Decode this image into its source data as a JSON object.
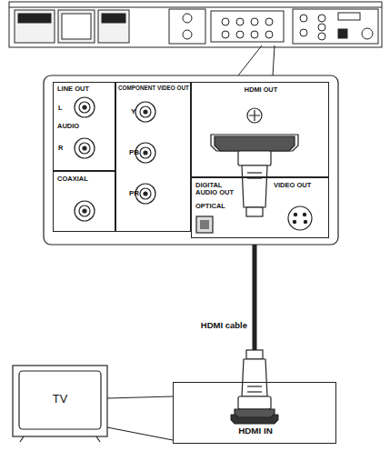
{
  "diagram": {
    "nodes": [
      {
        "text": [
          "LINE OUT",
          "L",
          "AUDIO",
          "R"
        ]
      },
      {
        "text": [
          "COMPONENT VIDEO OUT",
          "Y",
          "PB",
          "PR"
        ]
      },
      {
        "text": [
          "HDMI OUT"
        ]
      },
      {
        "text": [
          "COAXIAL"
        ]
      },
      {
        "text": [
          "DIGITAL AUDIO OUT",
          "OPTICAL",
          "VIDEO OUT"
        ]
      },
      {
        "text": [
          "HDMI IN"
        ]
      },
      {
        "text": [
          "TV"
        ]
      }
    ],
    "edges": [
      {
        "from": 2,
        "to": 5,
        "label": "HDMI cable",
        "arrow": "none"
      },
      {
        "from": 6,
        "to": 5,
        "arrow": "none"
      }
    ]
  }
}
